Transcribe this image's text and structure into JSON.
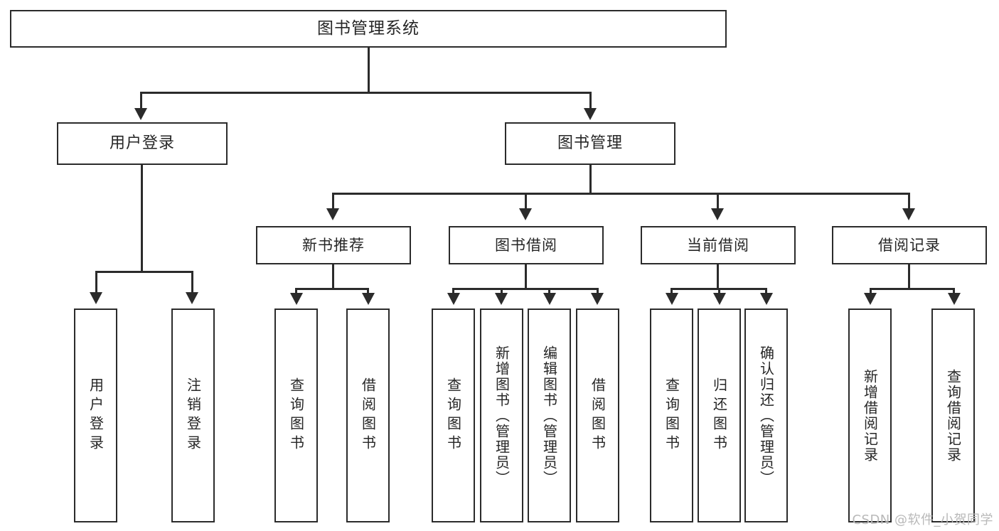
{
  "diagram": {
    "type": "tree",
    "title": "图书管理系统",
    "watermark": "CSDN @软件_小贺同学",
    "colors": {
      "box_border": "#2b2b2b",
      "box_fill": "#ffffff",
      "connector": "#2b2b2b",
      "text": "#262626",
      "watermark": "#b9b9b9",
      "background": "#ffffff"
    },
    "nodes": {
      "root": {
        "label": "图书管理系统"
      },
      "level2": [
        {
          "label": "用户登录"
        },
        {
          "label": "图书管理"
        }
      ],
      "level3": [
        {
          "label": "新书推荐"
        },
        {
          "label": "图书借阅"
        },
        {
          "label": "当前借阅"
        },
        {
          "label": "借阅记录"
        }
      ],
      "leaves": {
        "user_login": [
          {
            "label": "用户登录"
          },
          {
            "label": "注销登录"
          }
        ],
        "new_book_recommend": [
          {
            "label": "查询图书"
          },
          {
            "label": "借阅图书"
          }
        ],
        "book_borrow": [
          {
            "label": "查询图书"
          },
          {
            "label": "新增图书（管理员）"
          },
          {
            "label": "编辑图书（管理员）"
          },
          {
            "label": "借阅图书"
          }
        ],
        "current_borrow": [
          {
            "label": "查询图书"
          },
          {
            "label": "归还图书"
          },
          {
            "label": "确认归还（管理员）"
          }
        ],
        "borrow_record": [
          {
            "label": "新增借阅记录"
          },
          {
            "label": "查询借阅记录"
          }
        ]
      }
    }
  }
}
